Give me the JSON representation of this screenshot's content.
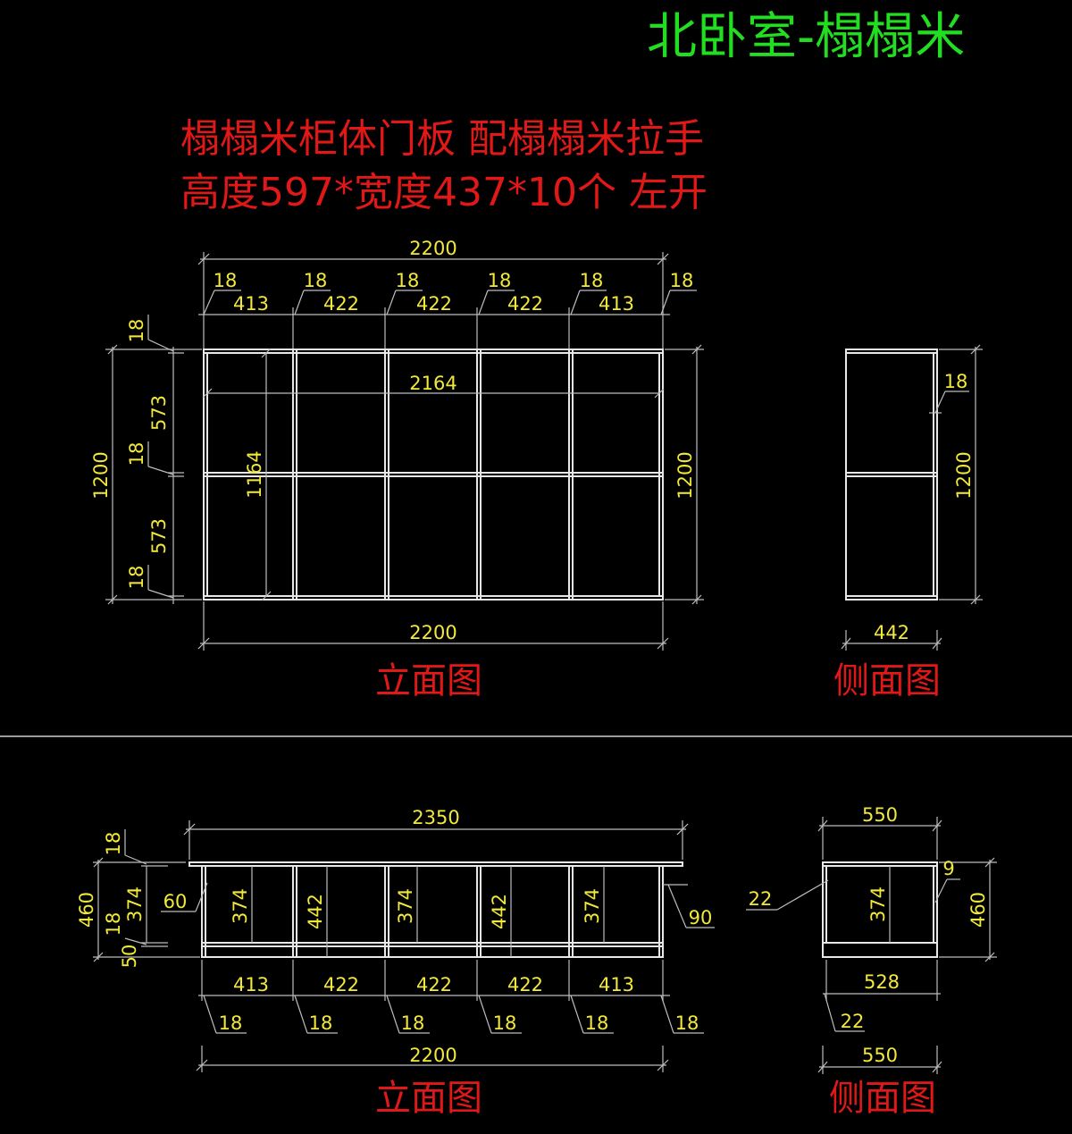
{
  "title": "北卧室-榻榻米",
  "note": {
    "line1": "榻榻米柜体门板 配榻榻米拉手",
    "line2": "高度597*宽度437*10个 左开"
  },
  "views": {
    "front_label_top": "立面图",
    "side_label_top": "侧面图",
    "front_label_bottom": "立面图",
    "side_label_bottom": "侧面图"
  },
  "dims_top_front": {
    "overall_top": "2200",
    "panels_top": [
      "18",
      "18",
      "18",
      "18",
      "18",
      "18"
    ],
    "bays_top": [
      "413",
      "422",
      "422",
      "422",
      "413"
    ],
    "inner_width": "2164",
    "inner_height": "1164",
    "left_stack": [
      "18",
      "573",
      "18",
      "573",
      "18"
    ],
    "left_total": "1200",
    "right_total": "1200",
    "overall_bottom": "2200"
  },
  "dims_top_side": {
    "board": "18",
    "height": "1200",
    "depth": "442"
  },
  "dims_bottom_front": {
    "overall_top": "2350",
    "left_stack": [
      "18",
      "18",
      "50"
    ],
    "left_374": "374",
    "left_total": "460",
    "overhang_left": "60",
    "overhang_right": "90",
    "inner_heights": [
      "374",
      "442",
      "374",
      "442",
      "374"
    ],
    "bays": [
      "413",
      "422",
      "422",
      "422",
      "413"
    ],
    "panels": [
      "18",
      "18",
      "18",
      "18",
      "18",
      "18"
    ],
    "overall_bottom": "2200"
  },
  "dims_bottom_side": {
    "top_width": "550",
    "left_offset": "22",
    "right_board": "9",
    "inner_height": "374",
    "height": "460",
    "inner_width": "528",
    "bottom_offset": "22",
    "bottom_width": "550"
  }
}
